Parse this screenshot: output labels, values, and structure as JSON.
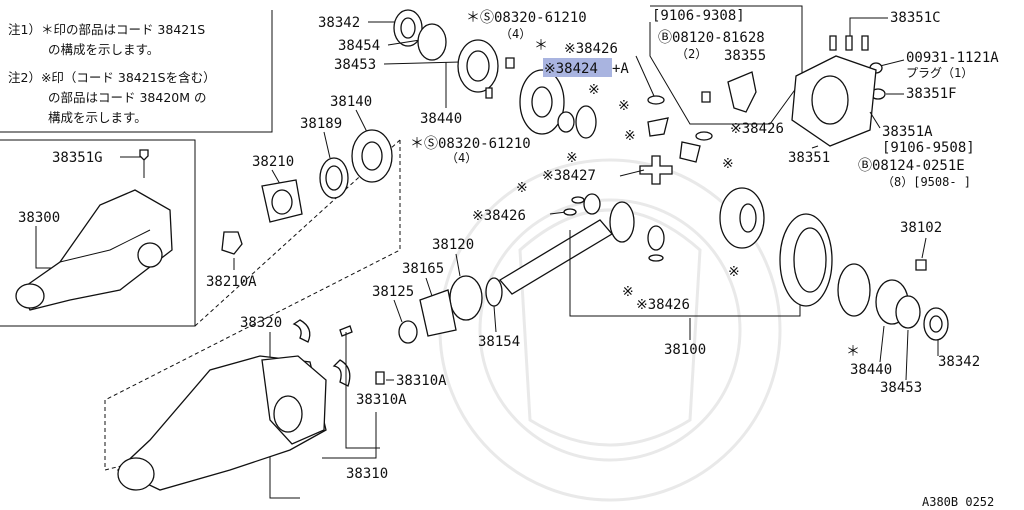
{
  "notes": {
    "note1_line1": "注1）＊印の部品はコード 38421S",
    "note1_line2": "の構成を示します。",
    "note2_line1": "注2）※印（コード 38421Sを含む）",
    "note2_line2": "の部品はコード 38420M の",
    "note2_line3": "構成を示します。"
  },
  "labels": {
    "p38342_top": "38342",
    "p38454": "38454",
    "p38453_top": "38453",
    "p38440_top": "38440",
    "bolt_top": "＊Ⓢ08320-61210",
    "bolt_top_qty": "（4）",
    "star1": "＊",
    "p38426_a": "※38426",
    "p38424": "※38424",
    "p38424_suffix": "+A",
    "box_range": "[9106-9308]",
    "bolt_b1": "Ⓑ08120-81628",
    "bolt_b1_qty": "（2）",
    "p38355": "38355",
    "p38351C": "38351C",
    "p00931": "00931-1121A",
    "plug": "プラグ（1）",
    "p38351F": "38351F",
    "p38351A": "38351A",
    "range_9106_9508": "[9106-9508]",
    "bolt_b2": "Ⓑ08124-0251E",
    "bolt_b2_qty": "（8）[9508-      ]",
    "p38351": "38351",
    "p38426_b": "※38426",
    "p38140": "38140",
    "p38189": "38189",
    "p38210": "38210",
    "bolt_mid": "＊Ⓢ08320-61210",
    "bolt_mid_qty": "（4）",
    "p38427": "※38427",
    "p38426_c": "※38426",
    "p38351G": "38351G",
    "p38300": "38300",
    "p38210A": "38210A",
    "p38120": "38120",
    "p38165": "38165",
    "p38125": "38125",
    "p38154": "38154",
    "p38426_d": "※38426",
    "p38100": "38100",
    "p38102": "38102",
    "p38320": "38320",
    "p38310A_1": "38310A",
    "p38310A_2": "38310A",
    "p38310": "38310",
    "p38440_bot": "38440",
    "p38453_bot": "38453",
    "p38342_bot": "38342",
    "star_bot": "＊",
    "kome": "※",
    "figure_code": "A380B 0252"
  },
  "highlight": {
    "color": "#a9b4e0"
  }
}
